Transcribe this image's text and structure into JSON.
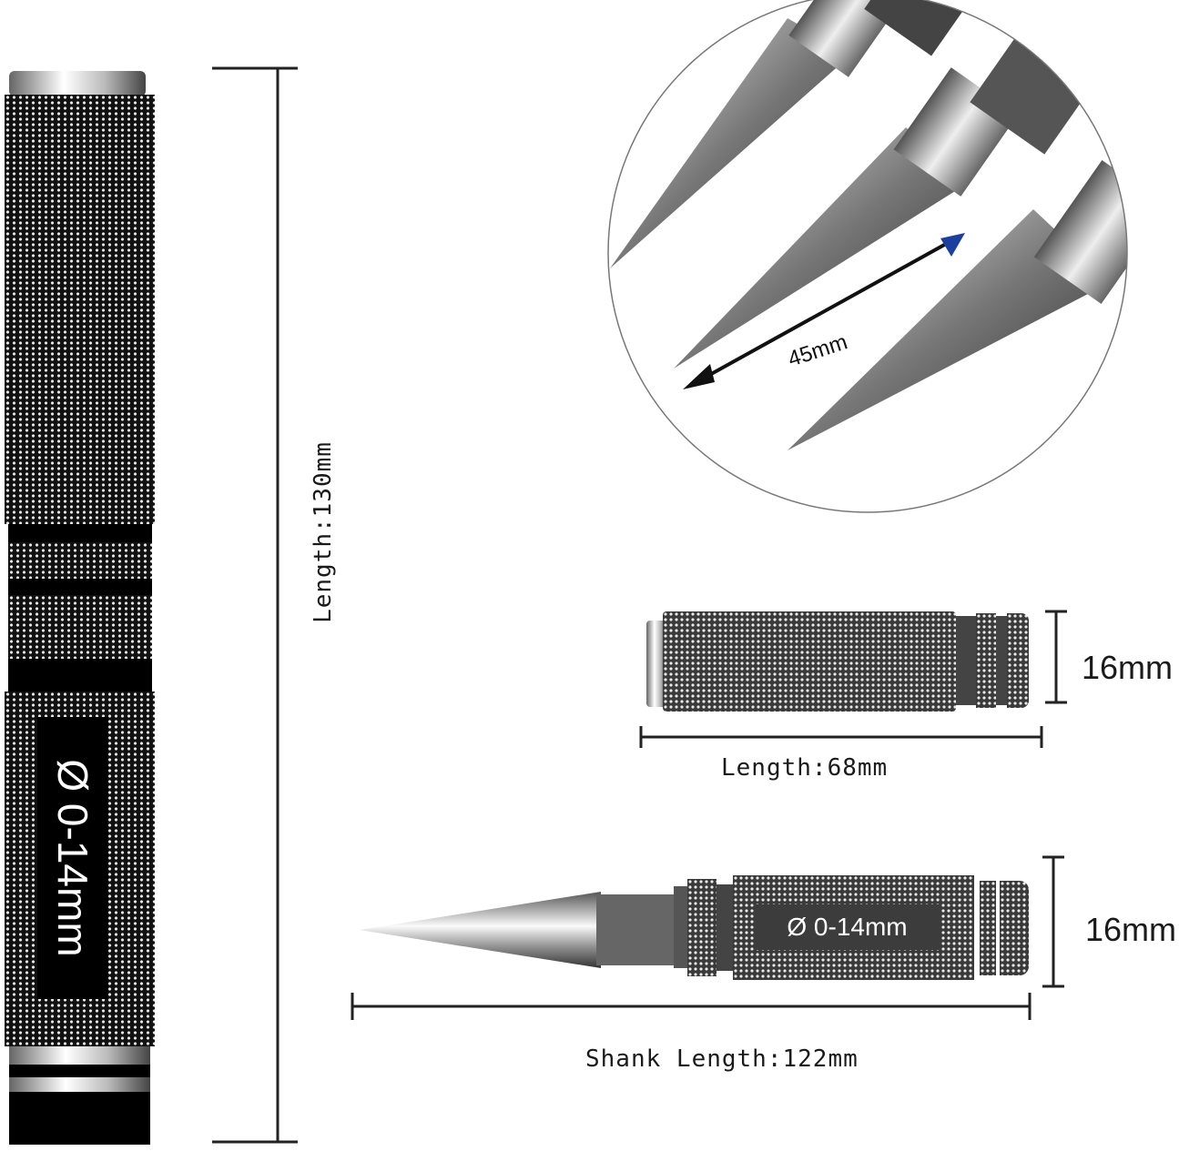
{
  "big_handle": {
    "label": "Ø 0-14mm",
    "dimension": "Length:130mm"
  },
  "detail_circle": {
    "blade_length": "45mm"
  },
  "handle": {
    "diameter": "16mm",
    "dimension": "Length:68mm"
  },
  "reamer": {
    "label": "Ø 0-14mm",
    "diameter": "16mm",
    "dimension": "Shank Length:122mm"
  }
}
